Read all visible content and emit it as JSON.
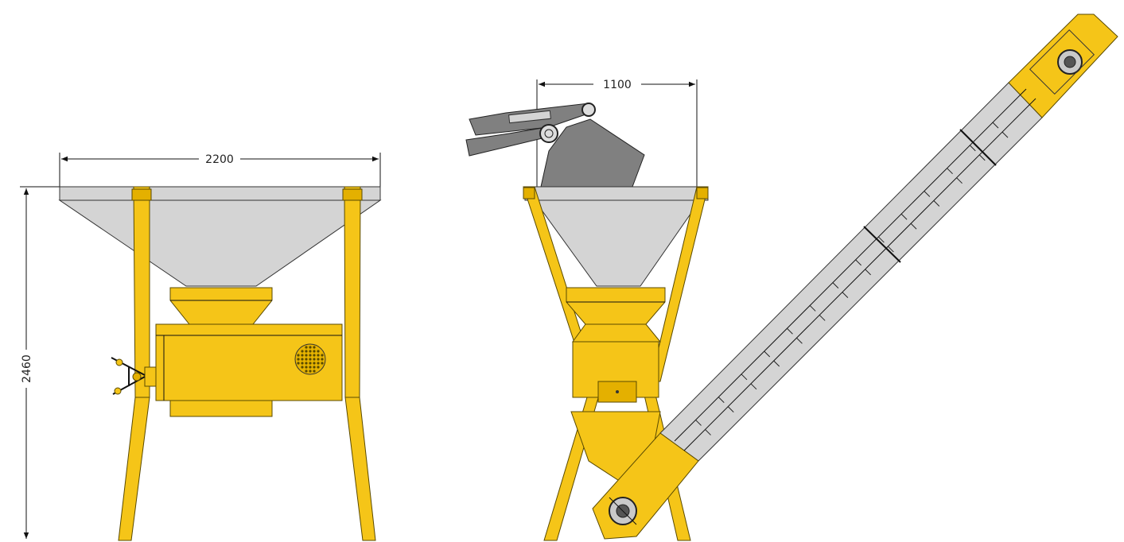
{
  "dimensions": {
    "front_width": "2200",
    "front_height": "2460",
    "side_width": "1100"
  },
  "colors": {
    "frame": "#f5c518",
    "hopper": "#d4d4d4",
    "bucket": "#808080",
    "line": "#111111",
    "background": "#ffffff"
  }
}
